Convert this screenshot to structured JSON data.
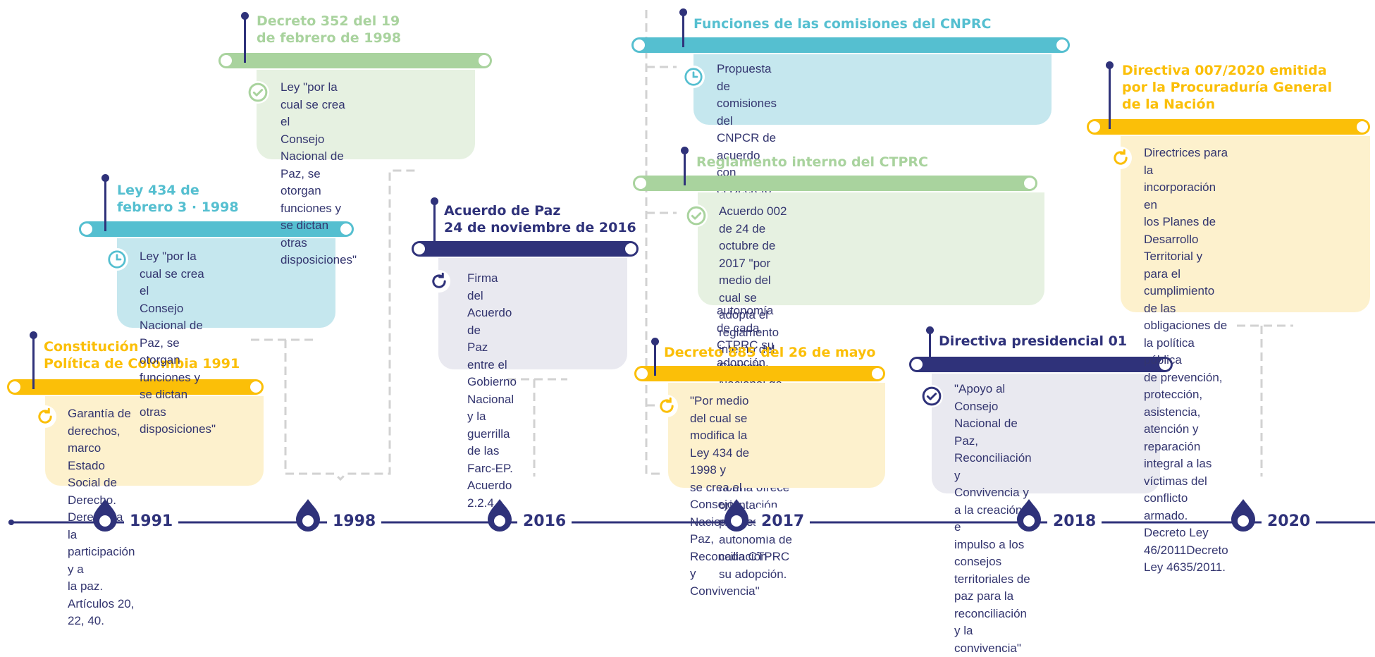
{
  "colors": {
    "green": "#a9d39e",
    "teal": "#55bfd0",
    "navy": "#2f327a",
    "yellow": "#fbbf08",
    "dash": "#d2d2d2"
  },
  "events": [
    {
      "id": "constitucion",
      "title_lines": [
        "Constitución",
        "Política de Colombia 1991"
      ],
      "text_lines": [
        "Garantía de derechos, marco",
        "Estado Social de Derecho.",
        "Derecho a la participación y a",
        "la paz. Artículos 20, 22, 40."
      ],
      "color": "yellow",
      "icon": "refresh-icon"
    },
    {
      "id": "ley434",
      "title_lines": [
        "Ley 434 de",
        "febrero 3  · 1998"
      ],
      "text_lines": [
        "Ley \"por la cual se crea el",
        "Consejo Nacional de Paz, se",
        "otorgan funciones y se dictan",
        "otras disposiciones\""
      ],
      "color": "teal",
      "icon": "clock-icon"
    },
    {
      "id": "decreto352",
      "title_lines": [
        "Decreto 352 del 19",
        "de febrero de 1998"
      ],
      "text_lines": [
        "Ley \"por la cual se crea el",
        "Consejo Nacional de Paz, se",
        "otorgan funciones y se dictan",
        "otras disposiciones\""
      ],
      "color": "green",
      "icon": "check-circle-icon"
    },
    {
      "id": "acuerdo",
      "title_lines": [
        "Acuerdo de Paz",
        "24 de noviembre de 2016"
      ],
      "text_lines": [
        "Firma del Acuerdo de",
        "Paz entre el Gobierno",
        "Nacional y la guerrilla",
        "de las Farc-EP. Acuerdo",
        "2.2.4."
      ],
      "color": "navy",
      "icon": "refresh-icon"
    },
    {
      "id": "funciones",
      "title_lines": [
        "Funciones de las comisiones del CNPRC"
      ],
      "text_lines": [
        "Propuesta de comisiones del CNPCR de acuerdo con",
        "el Decreto 885. La norma ofrece orientación pero es",
        "de autonomía de cada CTPRC su adopción."
      ],
      "color": "teal",
      "icon": "clock-icon"
    },
    {
      "id": "reglamento",
      "title_lines": [
        "Reglamento interno del CTPRC"
      ],
      "text_lines": [
        "Acuerdo 002 de 24 de octubre de 2017 \"por medio del",
        "cual se adopta el reglamento interno del Consejo",
        "Nacional de Paz, Reconciliación y Convivencia. La",
        "norma ofrece orientación pero es de autonomía de",
        "cada CTPRC su adopción."
      ],
      "color": "green",
      "icon": "check-circle-icon"
    },
    {
      "id": "decreto885",
      "title_lines": [
        "Decreto 885 del 26 de mayo"
      ],
      "text_lines": [
        "\"Por medio del cual se",
        "modifica la Ley 434 de 1998 y",
        "se crea el Consejo Nacional de",
        "Paz, Reconciliación y",
        "Convivencia\""
      ],
      "color": "yellow",
      "icon": "refresh-icon"
    },
    {
      "id": "directiva01",
      "title_lines": [
        "Directiva presidencial 01"
      ],
      "text_lines": [
        "\"Apoyo al Consejo Nacional de",
        "Paz, Reconciliación y",
        "Convivencia y a la creación e",
        "impulso a los consejos",
        "territoriales de paz para la",
        "reconciliación y la convivencia\""
      ],
      "color": "navy",
      "icon": "check-circle-icon"
    },
    {
      "id": "directiva007",
      "title_lines": [
        "Directiva 007/2020 emitida",
        "por la Procuraduría General",
        "de la Nación"
      ],
      "text_lines": [
        "Directrices para la incorporación en",
        "los Planes de Desarrollo Territorial y",
        "para el cumplimiento de las",
        "obligaciones de la política pública",
        "de prevención, protección,",
        "asistencia, atención y reparación",
        "integral a las víctimas del conflicto",
        "armado. Decreto Ley 46/2011Decreto",
        "Ley 4635/2011."
      ],
      "color": "yellow",
      "icon": "refresh-icon"
    }
  ],
  "years": [
    "1991",
    "1998",
    "2016",
    "2017",
    "2018",
    "2020"
  ]
}
